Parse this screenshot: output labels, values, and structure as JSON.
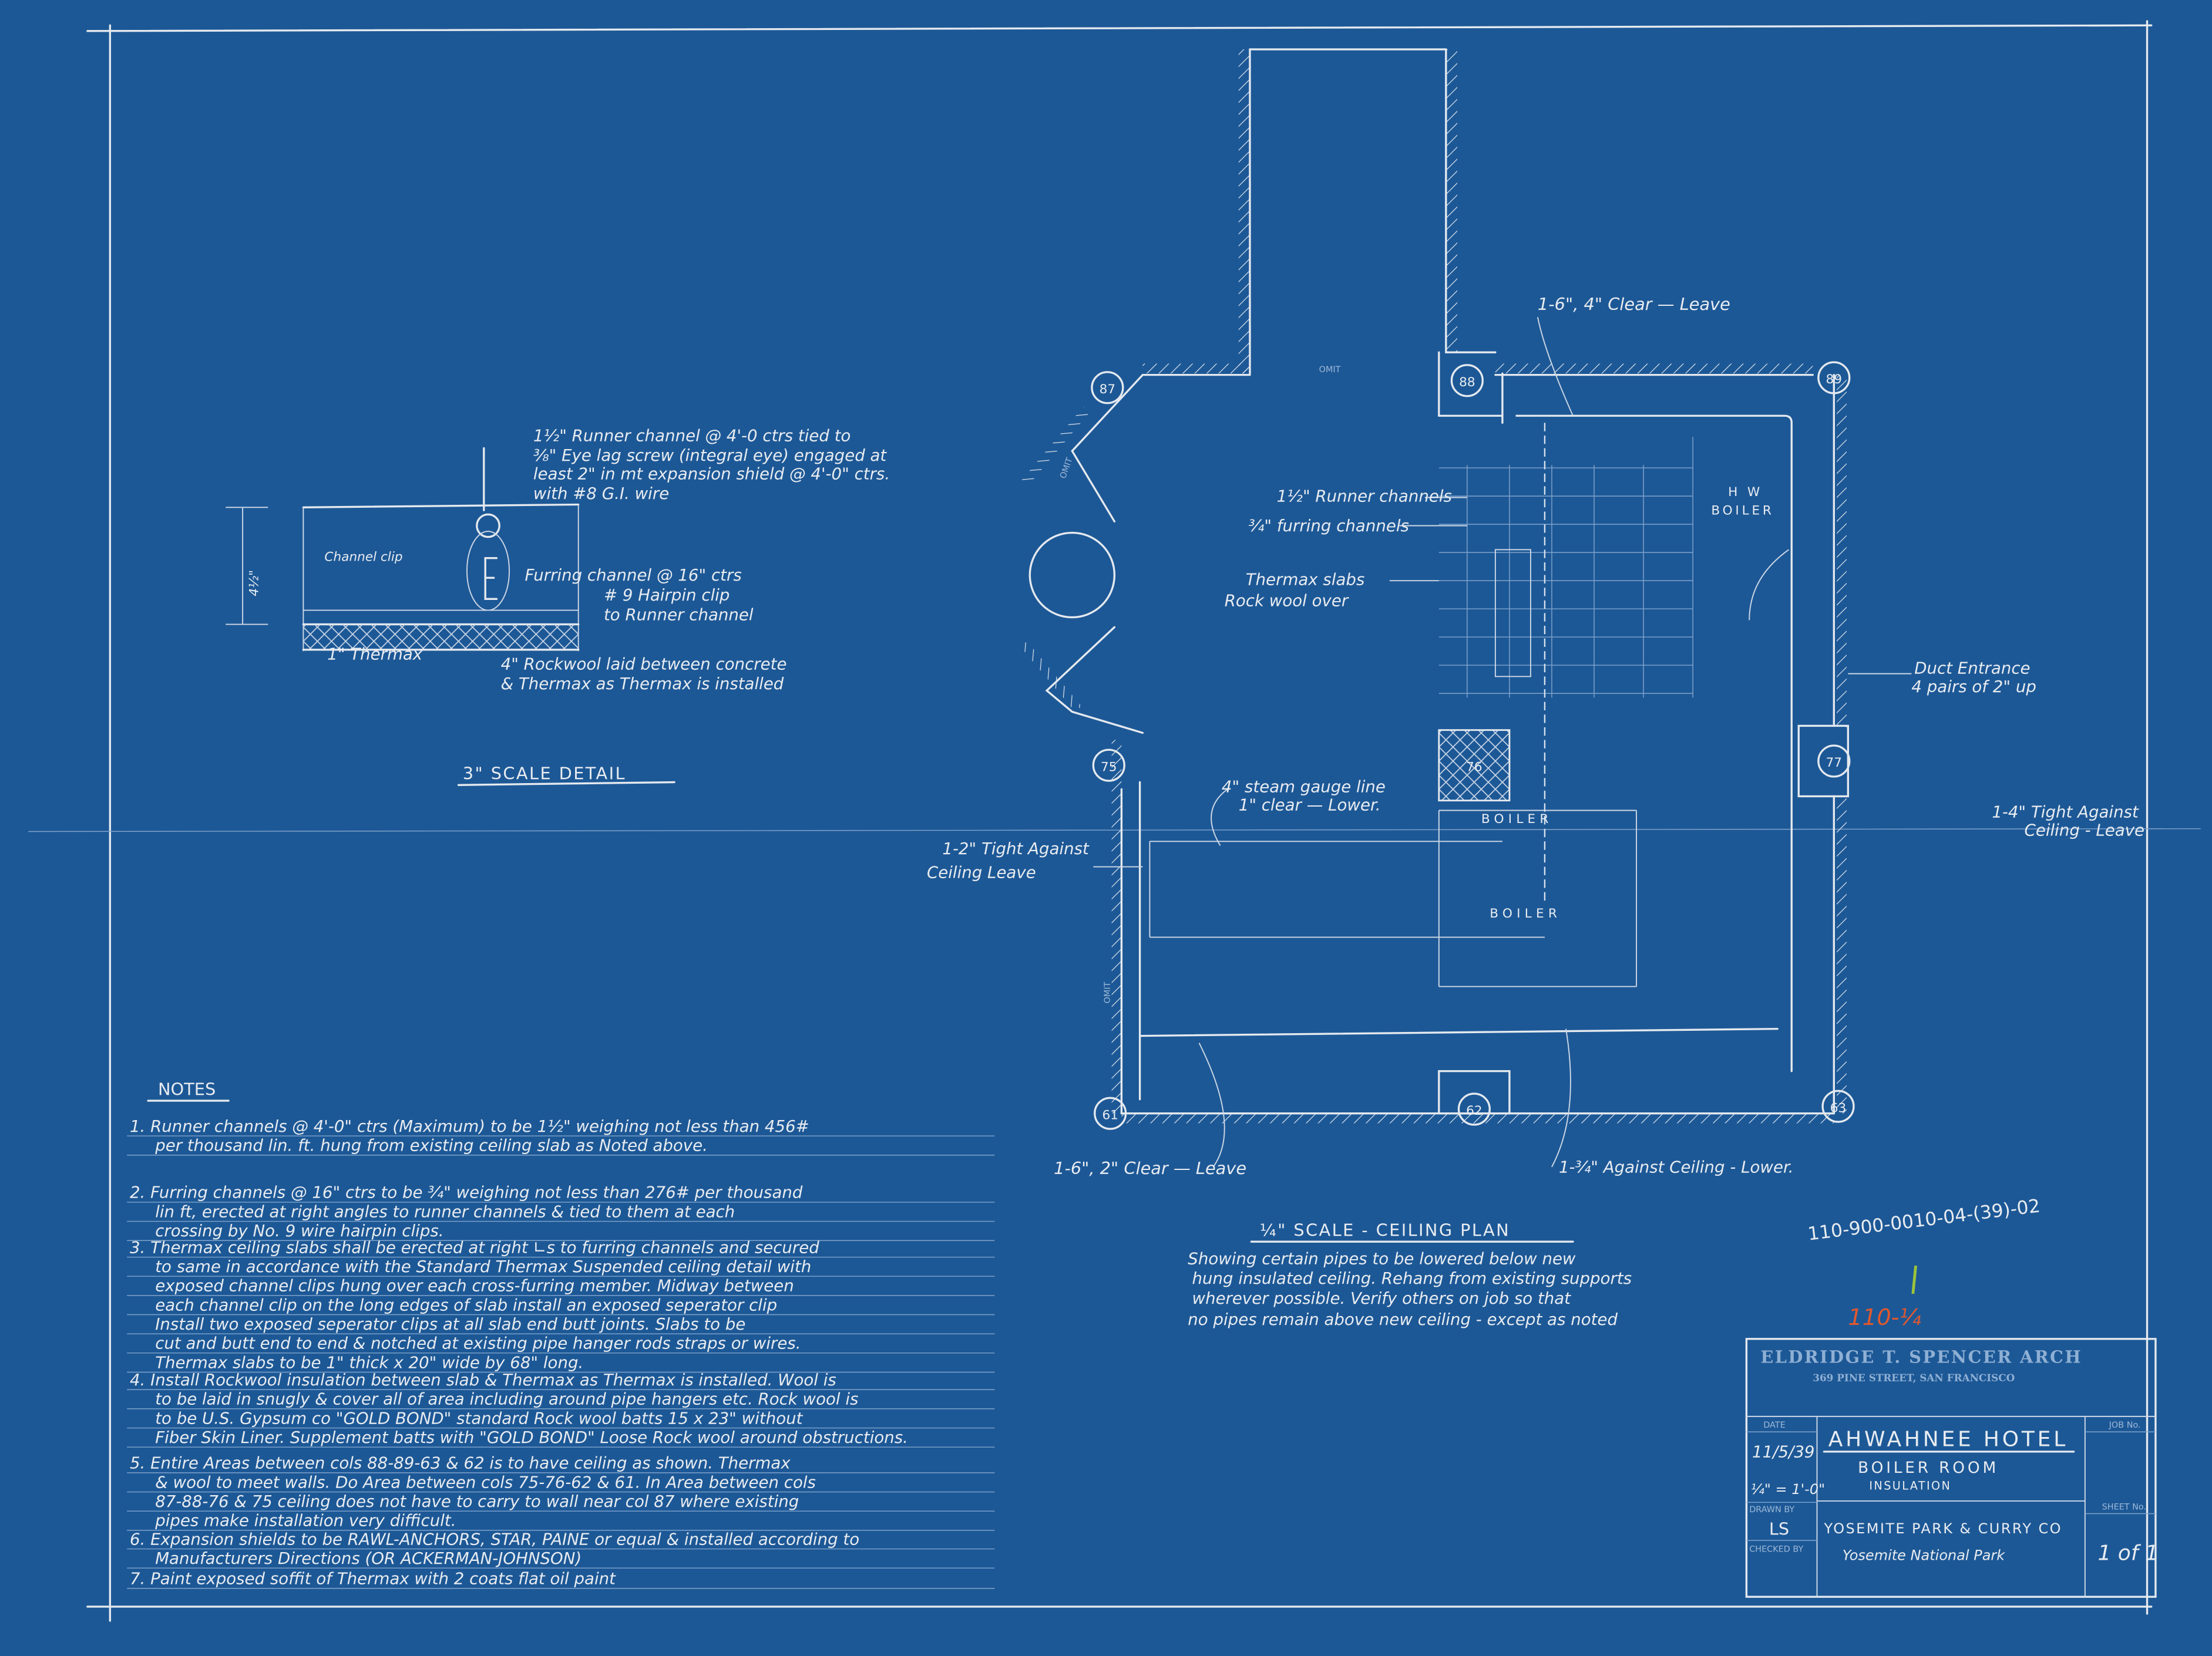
{
  "detail": {
    "title": "3\" SCALE DETAIL",
    "dimension": "4½\"",
    "callouts": [
      "1½\" Runner channel @ 4'-0 ctrs tied to",
      "⅜\" Eye lag screw (integral eye) engaged at",
      "least 2\" in mt expansion shield @ 4'-0\" ctrs.",
      "with #8 G.I. wire",
      "Channel clip",
      "Furring channel @ 16\" ctrs",
      "# 9 Hairpin clip",
      "to Runner channel",
      "1\" Thermax",
      "4\" Rockwool laid between concrete",
      "& Thermax as Thermax is installed"
    ]
  },
  "plan": {
    "title": "¼\" SCALE - CEILING PLAN",
    "description": [
      "Showing certain pipes to be lowered below new",
      "hung insulated ceiling. Rehang from existing supports",
      "wherever possible. Verify others on job so that",
      "no pipes remain above new ceiling - except as noted"
    ],
    "columns": [
      "87",
      "88",
      "89",
      "75",
      "76",
      "77",
      "61",
      "62",
      "63"
    ],
    "labels": {
      "clear_top": "1-6\", 4\" Clear — Leave",
      "runner": "1½\" Runner channels",
      "furring": "¾\" furring channels",
      "thermax": "Thermax slabs",
      "rockwool": "Rock wool over",
      "hw": "H W",
      "hw_boiler": "BOILER",
      "duct1": "Duct Entrance",
      "duct2": "4 pairs of 2\" up",
      "right1": "1-4\" Tight Against",
      "right2": "Ceiling - Leave",
      "left1": "1-2\" Tight Against",
      "left2": "Ceiling Leave",
      "steam1": "4\" steam gauge line",
      "steam2": "1\" clear — Lower.",
      "boiler1": "BOILER",
      "boiler2": "BOILER",
      "omit_top": "OMIT",
      "omit_left": "OMIT",
      "omit_low": "OMIT",
      "clear_bottom": "1-6\", 2\" Clear — Leave",
      "against_bottom": "1-¾\" Against Ceiling - Lower."
    }
  },
  "notes": {
    "heading": "NOTES",
    "items": [
      [
        "1. Runner channels @ 4'-0\" ctrs (Maximum) to be 1½\" weighing not less than 456#",
        "per thousand lin. ft. hung from existing ceiling slab as Noted above."
      ],
      [
        "2. Furring channels @ 16\" ctrs to be ¾\" weighing not less than 276# per thousand",
        "lin ft, erected at right angles to runner channels & tied to them at each",
        "crossing by No. 9 wire hairpin clips."
      ],
      [
        "3. Thermax ceiling slabs shall be erected at right ∟s to furring channels and secured",
        "to same in accordance with the Standard Thermax Suspended ceiling detail with",
        "exposed channel clips hung over each cross-furring member. Midway between",
        "each channel clip on the long edges of slab install an exposed seperator clip",
        "Install two exposed seperator clips at all slab end butt joints. Slabs to be",
        "cut and butt end to end & notched at existing pipe hanger rods straps or wires.",
        "Thermax slabs to be 1\" thick x 20\" wide by 68\" long."
      ],
      [
        "4. Install Rockwool insulation between slab & Thermax as Thermax is installed. Wool is",
        "to be laid in snugly & cover all of area including around pipe hangers etc. Rock wool is",
        "to be U.S. Gypsum co \"GOLD BOND\" standard Rock wool batts 15 x 23\" without",
        "Fiber Skin Liner. Supplement batts with \"GOLD BOND\" Loose Rock wool around obstructions."
      ],
      [
        "5. Entire Areas between cols 88-89-63 & 62 is to have ceiling as shown. Thermax",
        "& wool to meet walls. Do Area between cols 75-76-62 & 61. In Area between cols",
        "87-88-76 & 75 ceiling does not have to carry to wall near col 87 where existing",
        "pipes make installation very difficult."
      ],
      [
        "6. Expansion shields to be RAWL-ANCHORS, STAR, PAINE or equal & installed according to",
        "Manufacturers Directions (OR ACKERMAN-JOHNSON)"
      ],
      [
        "7. Paint exposed soffit of Thermax with 2 coats flat oil paint"
      ]
    ]
  },
  "archive_number": "110-900-0010-04-(39)-02",
  "red_number": "110-¼",
  "title_block": {
    "architect": "ELDRIDGE T. SPENCER ARCH",
    "address": "369 PINE STREET, SAN FRANCISCO",
    "date_label": "DATE",
    "date": "11/5/39",
    "scale": "¼\" = 1'-0\"",
    "drawn_by_label": "DRAWN BY",
    "drawn_by": "LS",
    "checked_by_label": "CHECKED BY",
    "job_no_label": "JOB No.",
    "sheet_no_label": "SHEET No.",
    "sheet": "1 of 1",
    "project": "AHWAHNEE HOTEL",
    "subtitle": "BOILER ROOM",
    "subtitle2": "INSULATION",
    "client": "YOSEMITE PARK & CURRY CO",
    "location": "Yosemite National Park"
  },
  "colors": {
    "paper": "#1d5896",
    "ink": "#e4e9ef",
    "red_pencil": "#e0582e",
    "green_pencil": "#9bc43a"
  }
}
